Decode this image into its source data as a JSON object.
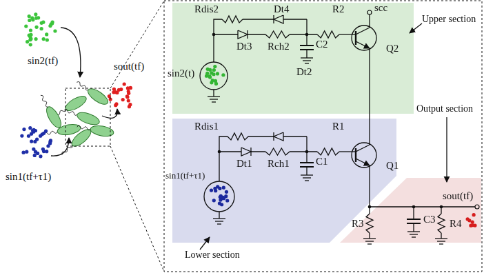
{
  "diagram": {
    "nodes": [
      {
        "text": [
          "Upper section"
        ]
      },
      {
        "text": [
          "Lower section"
        ]
      },
      {
        "text": [
          "Output section"
        ]
      }
    ],
    "labels": [
      "sin2(tf)",
      "sout(tf)",
      "sin1(tf+τ1)",
      "Rdis2",
      "Dt4",
      "R2",
      "scc",
      "Q2",
      "sin2(t)",
      "Dt3",
      "Rch2",
      "C2",
      "Dt2",
      "Rdis1",
      "R1",
      "Q1",
      "Dt1",
      "Rch1",
      "C1",
      "sin1(tf+τ1)",
      "R3",
      "C3",
      "R4",
      "sout(tf)"
    ]
  }
}
